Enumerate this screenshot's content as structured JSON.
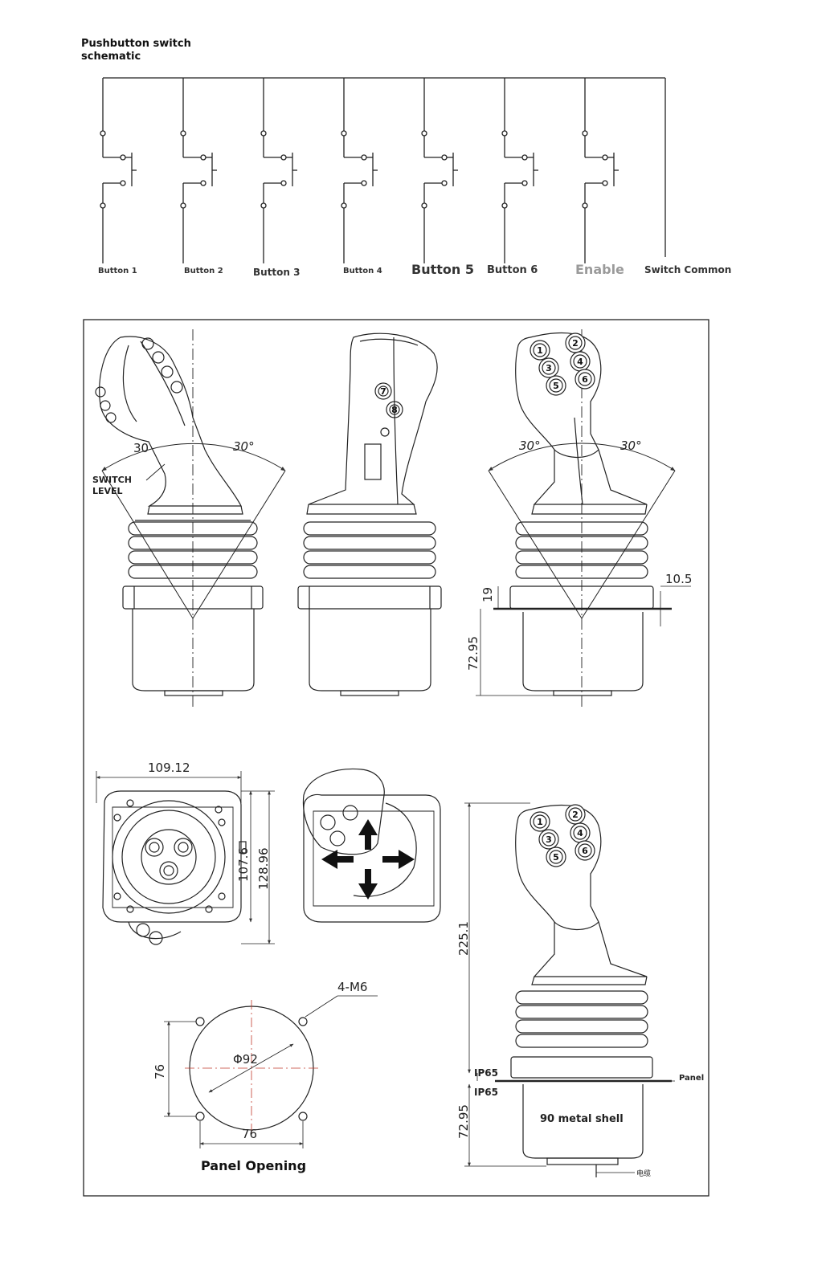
{
  "schematic": {
    "title": "Pushbutton switch schematic",
    "labels": [
      "Button 1",
      "Button 2",
      "Button 3",
      "Button 4",
      "Button 5",
      "Button 6",
      "Enable",
      "Switch Common"
    ]
  },
  "views": {
    "angle_left": "30",
    "angle_deg": "30°",
    "switch_level": "SWITCH\nLEVEL",
    "buttons": [
      "1",
      "2",
      "3",
      "4",
      "5",
      "6",
      "7",
      "8"
    ],
    "dim_10_5": "10.5",
    "dim_19": "19",
    "dim_72_95": "72.95",
    "dim_109_12": "109.12",
    "dim_107_6": "107.6",
    "dim_128_96": "128.96",
    "dim_225_1": "225.1",
    "m6": "4-M6",
    "phi92": "Φ92",
    "dim_76": "76",
    "panel_opening": "Panel Opening",
    "ip65": "IP65",
    "panel": "Panel",
    "metal_shell": "90 metal shell",
    "cable": "电缆"
  },
  "colors": {
    "line": "#222222",
    "enable": "#9a9a9a",
    "center": "#c0392b"
  }
}
